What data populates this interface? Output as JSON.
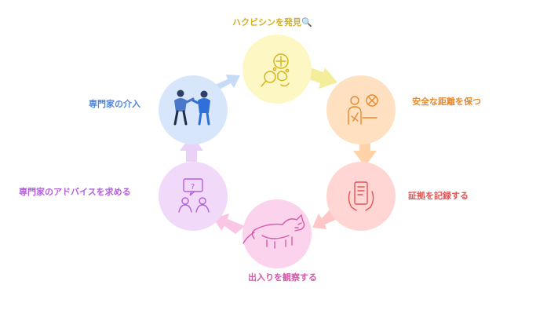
{
  "steps": [
    {
      "label": "ハクビシンを発見",
      "suffix_icon": "magnifier-icon",
      "icon": "discover-icon",
      "color": "#d4b21a",
      "circle": "#fdf7c3",
      "arrow": "#f4ee9c"
    },
    {
      "label": "安全な距離を保つ",
      "icon": "distance-icon",
      "color": "#e8892c",
      "circle": "#ffe1c2",
      "arrow": "#ffd2a8"
    },
    {
      "label": "証拠を記録する",
      "icon": "record-icon",
      "color": "#e45454",
      "circle": "#ffd6d3",
      "arrow": "#ffc7c7"
    },
    {
      "label": "出入りを観察する",
      "icon": "civet-icon",
      "color": "#d65aa8",
      "circle": "#fbd3ec",
      "arrow": "#f9c7e5"
    },
    {
      "label": "専門家のアドバイスを求める",
      "icon": "advice-icon",
      "color": "#b55ee0",
      "circle": "#f1daf9",
      "arrow": "#ead1f8"
    },
    {
      "label": "専門家の介入",
      "icon": "experts-icon",
      "color": "#4f86d9",
      "circle": "#d8e6fb",
      "arrow": "#c6dbf8"
    }
  ]
}
